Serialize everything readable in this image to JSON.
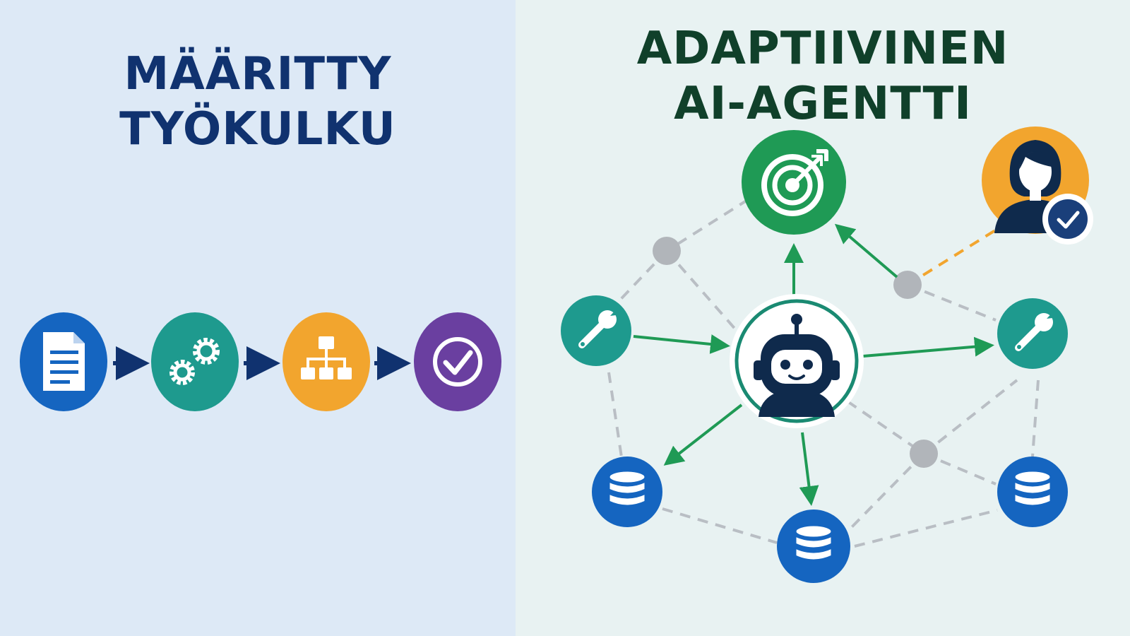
{
  "left": {
    "title_line1": "MÄÄRITTY",
    "title_line2": "TYÖKULKU",
    "steps": [
      {
        "icon": "document-icon",
        "color": "#1565c0"
      },
      {
        "icon": "gears-icon",
        "color": "#1e9a8e"
      },
      {
        "icon": "hierarchy-icon",
        "color": "#f2a52e"
      },
      {
        "icon": "check-circle-icon",
        "color": "#6a3fa0"
      }
    ]
  },
  "right": {
    "title_line1": "ADAPTIIVINEN",
    "title_line2": "AI-AGENTTI",
    "nodes": {
      "agent": {
        "icon": "robot-icon",
        "color": "#1a8a72"
      },
      "goal": {
        "icon": "target-icon",
        "color": "#1f9a55"
      },
      "human": {
        "icon": "person-check-icon",
        "color": "#f2a52e"
      },
      "tools": {
        "icon": "wrench-icon",
        "color": "#1e9a8e"
      },
      "databases": {
        "icon": "database-icon",
        "color": "#1565c0"
      }
    }
  },
  "colors": {
    "arrow_green": "#1f9a55",
    "dashed_gray": "#b9bec4",
    "dashed_orange": "#f2a52e",
    "navy": "#10326f"
  }
}
